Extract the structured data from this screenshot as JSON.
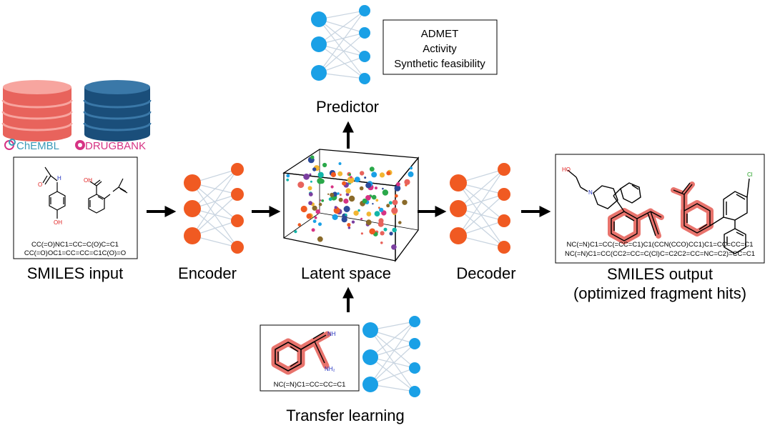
{
  "databases": [
    {
      "name": "ChEMBL",
      "color": "#e8635c",
      "text_color": "#3a9ab8"
    },
    {
      "name": "DRUGBANK",
      "color": "#1a4e7a",
      "text_color": "#d63384"
    }
  ],
  "input": {
    "label": "SMILES input",
    "smiles": [
      "CC(=O)NC1=CC=C(O)C=C1",
      "CC(=O)OC1=CC=CC=C1C(O)=O"
    ],
    "atoms": {
      "oxygen": "O",
      "nitrogen_h": "H",
      "hydroxyl": "OH",
      "acid_oh": "OH"
    }
  },
  "encoder": {
    "label": "Encoder"
  },
  "latent": {
    "label": "Latent space"
  },
  "decoder": {
    "label": "Decoder"
  },
  "predictor": {
    "label": "Predictor",
    "properties": [
      "ADMET",
      "Activity",
      "Synthetic feasibility"
    ]
  },
  "transfer": {
    "label": "Transfer learning",
    "smiles": "NC(=N)C1=CC=CC=C1",
    "atoms": {
      "imine": "NH",
      "amine": "NH₂"
    }
  },
  "output": {
    "label_line1": "SMILES output",
    "label_line2": "(optimized fragment hits)",
    "smiles": [
      "NC(=N)C1=CC(=CC=C1)C1(CCN(CCO)CC1)C1=CC=CC=C1",
      "NC(=N)C1=CC(CC2=CC=C(Cl)C=C2C2=CC=NC=C2)=CC=C1"
    ],
    "atoms": {
      "ho": "HO",
      "n": "N",
      "cl": "Cl"
    }
  },
  "colors": {
    "orange_node": "#f05a22",
    "blue_node": "#1aa0e6",
    "highlight": "#e8736c",
    "edge": "#c8d4e0"
  }
}
